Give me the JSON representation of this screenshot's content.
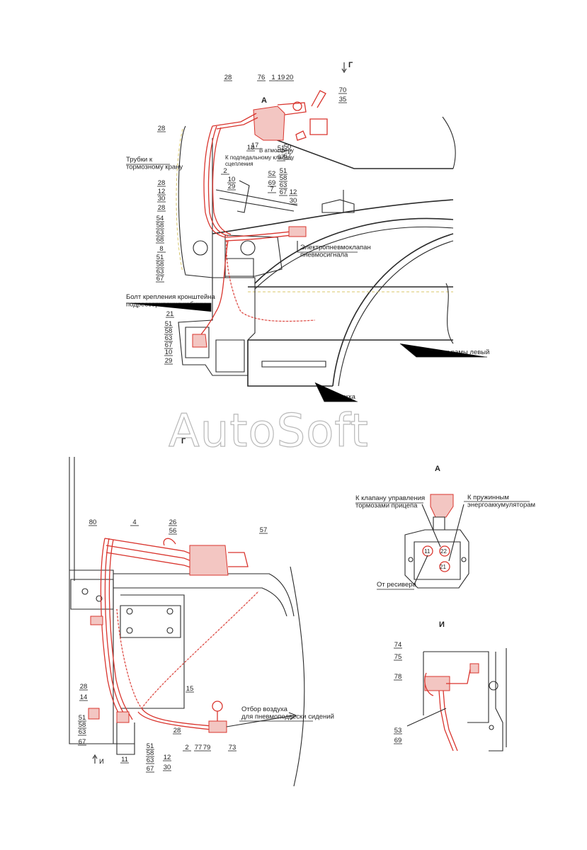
{
  "watermark": "AutoSoft",
  "views": {
    "main": "Г",
    "top_arrow": "Г",
    "a": "А",
    "i": "И",
    "i_arrow": "И",
    "a_marker": "А"
  },
  "labels": {
    "tubes_to_brake": "Трубки к\nтормозному крану",
    "to_clutch_valve": "К подпедальному клапану\nсцепления",
    "to_atmosphere": "В атмосферу",
    "electro_valve": "Электропневмоклапан\nпневмосигнала",
    "bolt_bracket": "Болт крепления кронштейна\nподрессоривания кабины",
    "frame_left": "Лонжерон рамы левый",
    "step": "Подножка",
    "to_trailer_valve": "К клапану управления\nтормозами прицепа",
    "to_spring_acc": "К пружинным\nэнергоаккумуляторам",
    "from_receiver": "От ресивера",
    "air_take": "Отбор воздуха\nдля пневмоподвески сидений",
    "port_11": "11",
    "port_22": "22",
    "port_21": "21"
  },
  "callouts_top": [
    {
      "t": "28"
    },
    {
      "t": "76"
    },
    {
      "t": "1"
    },
    {
      "t": "19"
    },
    {
      "t": "20"
    },
    {
      "t": "70"
    },
    {
      "t": "35"
    },
    {
      "t": "28"
    },
    {
      "t": "17"
    },
    {
      "t": "18"
    },
    {
      "t": "50"
    },
    {
      "t": "67"
    },
    {
      "t": "51"
    },
    {
      "t": "67"
    },
    {
      "t": "2"
    },
    {
      "t": "52"
    },
    {
      "t": "69"
    },
    {
      "t": "51"
    },
    {
      "t": "58"
    },
    {
      "t": "63"
    },
    {
      "t": "67"
    },
    {
      "t": "10"
    },
    {
      "t": "29"
    },
    {
      "t": "7"
    },
    {
      "t": "12"
    },
    {
      "t": "30"
    },
    {
      "t": "28"
    },
    {
      "t": "12"
    },
    {
      "t": "30"
    },
    {
      "t": "28"
    },
    {
      "t": "54"
    },
    {
      "t": "58"
    },
    {
      "t": "63"
    },
    {
      "t": "68"
    },
    {
      "t": "8"
    },
    {
      "t": "51"
    },
    {
      "t": "58"
    },
    {
      "t": "63"
    },
    {
      "t": "67"
    },
    {
      "t": "21"
    },
    {
      "t": "51"
    },
    {
      "t": "58"
    },
    {
      "t": "63"
    },
    {
      "t": "67"
    },
    {
      "t": "10"
    },
    {
      "t": "29"
    }
  ],
  "callouts_bottom": [
    {
      "t": "80"
    },
    {
      "t": "4"
    },
    {
      "t": "26"
    },
    {
      "t": "56"
    },
    {
      "t": "57"
    },
    {
      "t": "15"
    },
    {
      "t": "28"
    },
    {
      "t": "14"
    },
    {
      "t": "51"
    },
    {
      "t": "58"
    },
    {
      "t": "63"
    },
    {
      "t": "67"
    },
    {
      "t": "28"
    },
    {
      "t": "11"
    },
    {
      "t": "51"
    },
    {
      "t": "58"
    },
    {
      "t": "63"
    },
    {
      "t": "67"
    },
    {
      "t": "12"
    },
    {
      "t": "30"
    },
    {
      "t": "2"
    },
    {
      "t": "77"
    },
    {
      "t": "79"
    },
    {
      "t": "73"
    },
    {
      "t": "74"
    },
    {
      "t": "75"
    },
    {
      "t": "78"
    },
    {
      "t": "53"
    },
    {
      "t": "69"
    }
  ]
}
